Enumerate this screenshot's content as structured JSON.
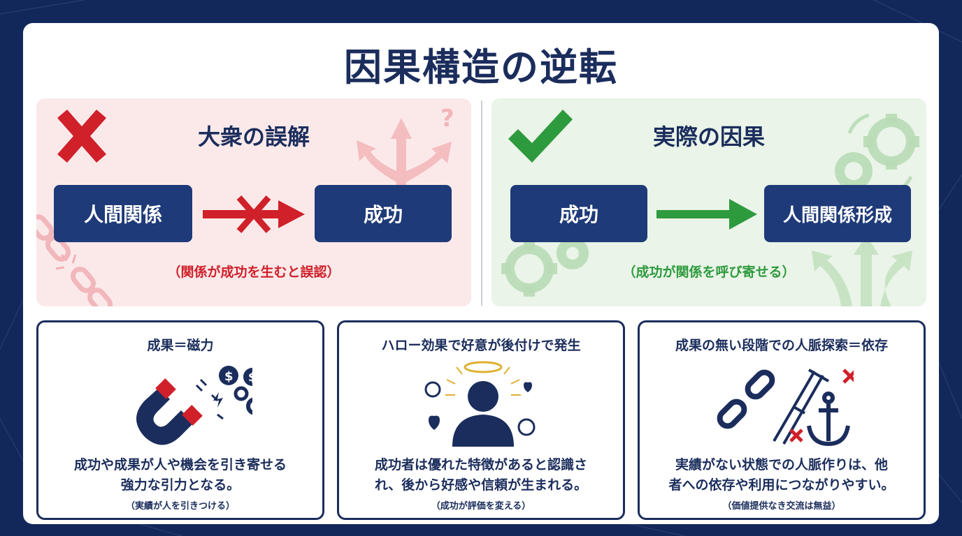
{
  "title": "因果構造の逆転",
  "colors": {
    "navy": "#1b2d5c",
    "node_blue": "#1e3a78",
    "error_red": "#d0202a",
    "success_green": "#2e9a3e",
    "panel_pink": "#fbe9ea",
    "panel_green": "#eaf4e8"
  },
  "misconception": {
    "heading": "大衆の誤解",
    "mark_icon": "cross-mark-icon",
    "from_node": "人間関係",
    "to_node": "成功",
    "note": "（関係が成功を生むと誤認）"
  },
  "actual": {
    "heading": "実際の因果",
    "mark_icon": "check-mark-icon",
    "from_node": "成功",
    "to_node": "人間関係形成",
    "note": "（成功が関係を呼び寄せる）"
  },
  "boxes": [
    {
      "title": "成果＝磁力",
      "icon": "magnet-icon",
      "desc_line1": "成功や成果が人や機会を引き寄せる",
      "desc_line2": "強力な引力となる。",
      "sub": "（実績が人を引きつける）"
    },
    {
      "title": "ハロー効果で好意が後付けで発生",
      "icon": "halo-person-icon",
      "desc_line1": "成功者は優れた特徴があると認識さ",
      "desc_line2": "れ、後から好感や信頼が生まれる。",
      "sub": "（成功が評価を変える）"
    },
    {
      "title": "成果の無い段階での人脈探索＝依存",
      "icon": "broken-chain-crutch-anchor-icon",
      "desc_line1": "実績がない状態での人脈作りは、他",
      "desc_line2": "者への依存や利用につながりやすい。",
      "sub": "（価値提供なき交流は無益）"
    }
  ]
}
